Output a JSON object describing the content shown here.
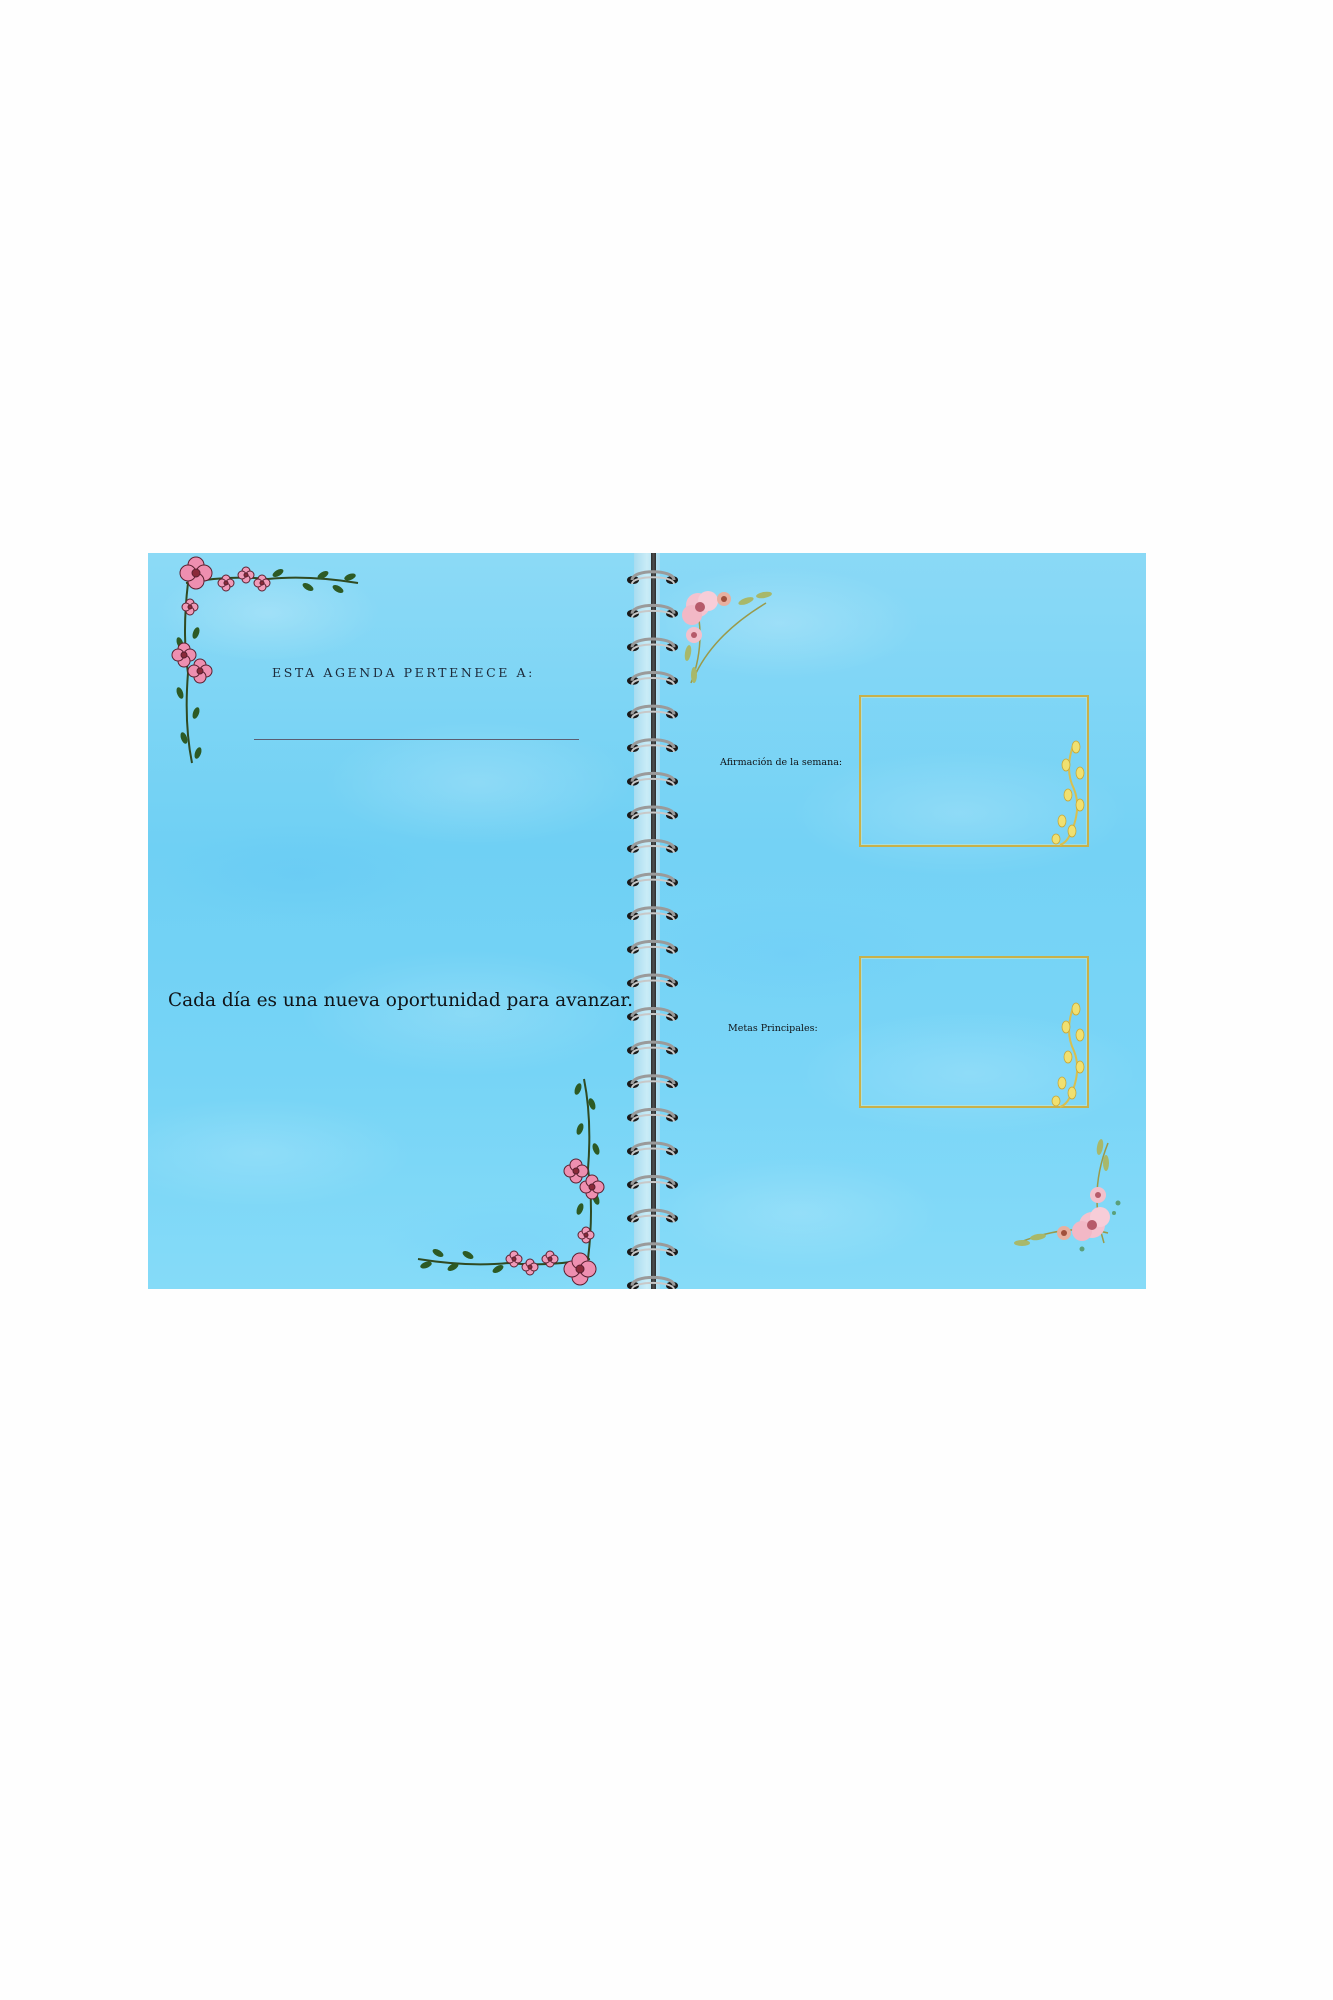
{
  "left_page": {
    "owner_label": "ESTA AGENDA PERTENECE A:",
    "owner_value": "",
    "quote": "Cada día es una nueva oportunidad para avanzar."
  },
  "right_page": {
    "affirmation_label": "Afirmación de la semana:",
    "affirmation_value": "",
    "goals_label": "Metas Principales:",
    "goals_value": ""
  },
  "icons": {
    "left_top_corner": "floral-corner-icon",
    "left_bottom_corner": "floral-corner-icon",
    "right_top_corner": "flower-bouquet-icon",
    "right_bottom_corner": "flower-bouquet-icon",
    "box_decoration": "gold-vine-icon",
    "binding": "spiral-binding"
  },
  "colors": {
    "page_blue": "#76d4f6",
    "gold_frame": "#c8b14a",
    "pink_flower": "#ee8fb0",
    "leaf_green": "#2f5a2a"
  }
}
